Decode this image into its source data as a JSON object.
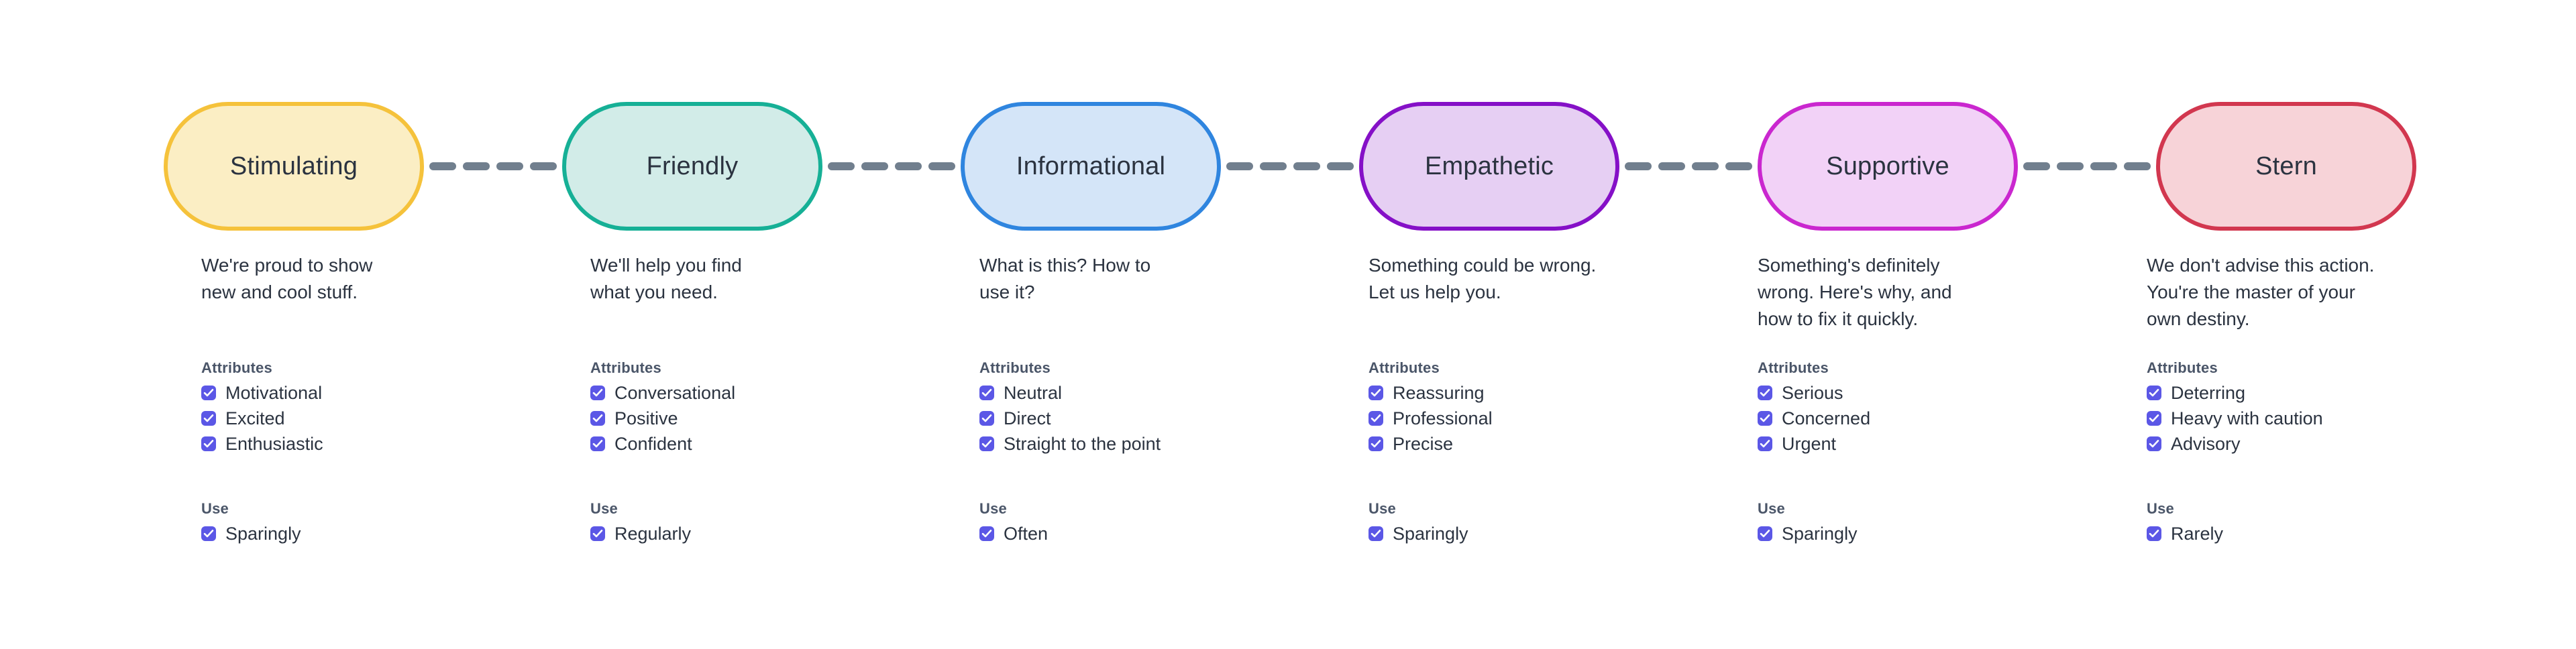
{
  "page": {
    "background_color": "#ffffff",
    "connector_color": "#717f8e",
    "checkbox_color": "#5b57e6",
    "text_color": "#2b3340",
    "heading_color": "#4a5568"
  },
  "connector": {
    "dash_count": 4,
    "icon": "dashed-line-icon"
  },
  "headings": {
    "attributes": "Attributes",
    "use": "Use"
  },
  "tones": [
    {
      "name": "Stimulating",
      "fill": "#fbeec4",
      "border": "#f5c23b",
      "description": "We're proud to show\nnew and cool stuff.",
      "attributes": [
        "Motivational",
        "Excited",
        "Enthusiastic"
      ],
      "use": [
        "Sparingly"
      ]
    },
    {
      "name": "Friendly",
      "fill": "#d2ece8",
      "border": "#16b096",
      "description": "We'll help you find\nwhat you need.",
      "attributes": [
        "Conversational",
        "Positive",
        "Confident"
      ],
      "use": [
        "Regularly"
      ]
    },
    {
      "name": "Informational",
      "fill": "#d4e5f8",
      "border": "#2f85df",
      "description": "What is this? How to\nuse it?",
      "attributes": [
        "Neutral",
        "Direct",
        "Straight to the point"
      ],
      "use": [
        "Often"
      ]
    },
    {
      "name": "Empathetic",
      "fill": "#e6cff3",
      "border": "#8510c7",
      "description": "Something could be wrong.\nLet us help you.",
      "attributes": [
        "Reassuring",
        "Professional",
        "Precise"
      ],
      "use": [
        "Sparingly"
      ]
    },
    {
      "name": "Supportive",
      "fill": "#f2d2f7",
      "border": "#ca27cf",
      "description": "Something's definitely\nwrong. Here's why, and\nhow to fix it quickly.",
      "attributes": [
        "Serious",
        "Concerned",
        "Urgent"
      ],
      "use": [
        "Sparingly"
      ]
    },
    {
      "name": "Stern",
      "fill": "#f7d3d8",
      "border": "#d2374f",
      "description": "We don't advise this action.\nYou're the master of your\nown destiny.",
      "attributes": [
        "Deterring",
        "Heavy with caution",
        "Advisory"
      ],
      "use": [
        "Rarely"
      ]
    }
  ]
}
